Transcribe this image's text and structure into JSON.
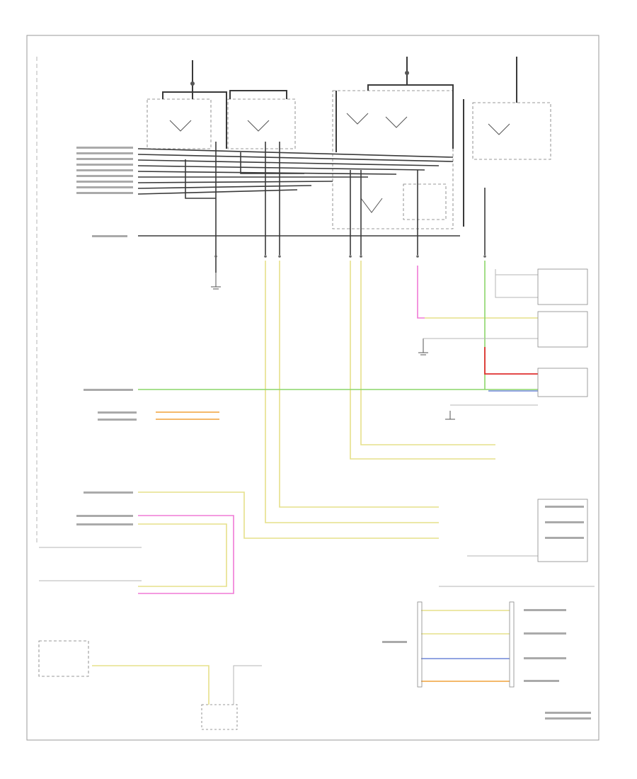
{
  "diagram": {
    "corner_label": "",
    "wire_colors": {
      "black": "#3a3a3a",
      "gray": "#9a9a9a",
      "yellow": "#e6e08a",
      "green": "#8cd66a",
      "blue": "#6f86d9",
      "red": "#e03030",
      "pink": "#f07ad6",
      "orange": "#f0a23a",
      "light_orange": "#f3c06a"
    },
    "connector_legend": [
      {
        "color_key": "yellow",
        "label": ""
      },
      {
        "color_key": "yellow",
        "label": ""
      },
      {
        "color_key": "blue",
        "label": ""
      },
      {
        "color_key": "orange",
        "label": ""
      }
    ]
  }
}
